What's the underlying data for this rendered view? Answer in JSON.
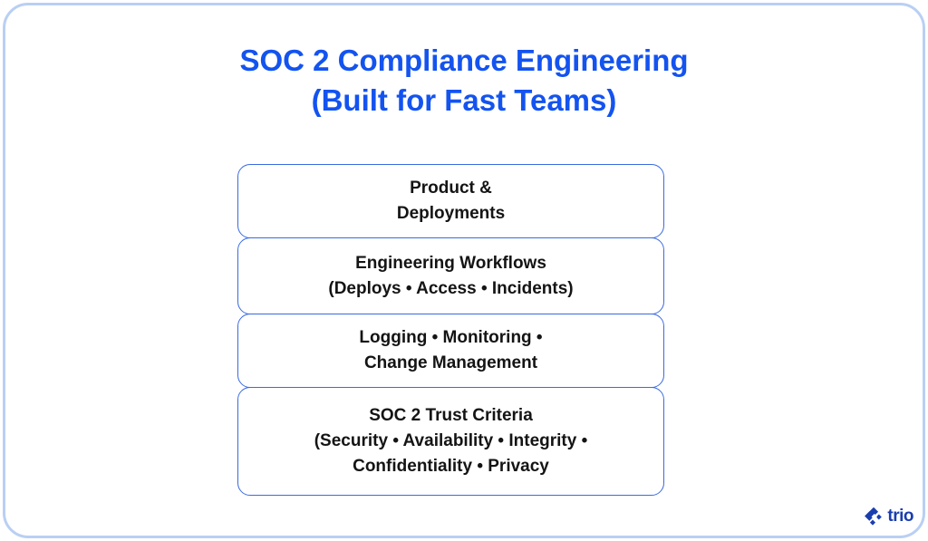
{
  "title": {
    "line1": "SOC 2 Compliance Engineering",
    "line2": "(Built for Fast Teams)",
    "color": "#1353f0"
  },
  "stack": {
    "border_color": "#3a6be0",
    "text_color": "#141414",
    "boxes": [
      {
        "name": "product-deployments",
        "lines": [
          "Product &",
          "Deployments"
        ]
      },
      {
        "name": "engineering-workflows",
        "lines": [
          "Engineering Workflows",
          "(Deploys • Access • Incidents)"
        ]
      },
      {
        "name": "logging-monitoring",
        "lines": [
          "Logging • Monitoring •",
          "Change Management"
        ]
      },
      {
        "name": "soc2-trust-criteria",
        "lines": [
          "SOC 2 Trust Criteria",
          "(Security • Availability • Integrity •",
          "Confidentiality • Privacy"
        ]
      }
    ]
  },
  "logo": {
    "text": "trio",
    "mark_icon": "trio-spark-icon",
    "color": "#1a3eae"
  },
  "frame": {
    "border_color": "#b9cff4",
    "background": "#ffffff"
  }
}
